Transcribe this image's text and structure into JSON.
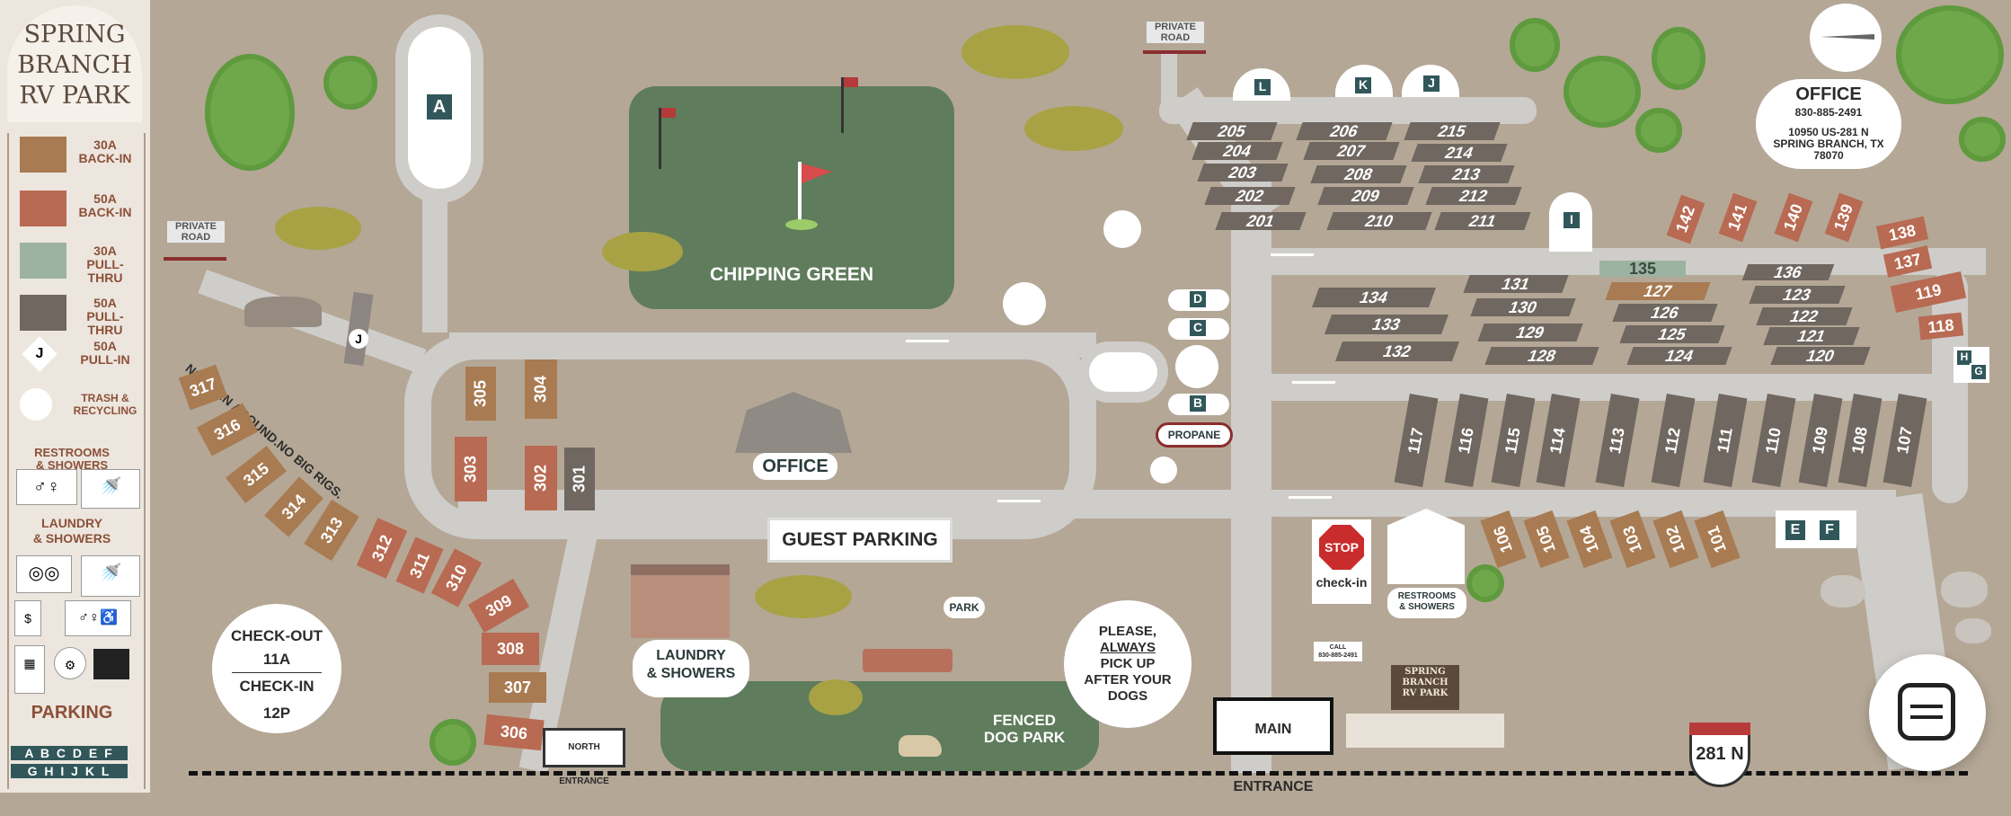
{
  "park_title": [
    "SPRING",
    "BRANCH",
    "RV PARK"
  ],
  "legend": {
    "items": [
      {
        "line1": "30A",
        "line2": "BACK-IN",
        "color": "#a87b52"
      },
      {
        "line1": "50A",
        "line2": "BACK-IN",
        "color": "#b86a52"
      },
      {
        "line1": "30A",
        "line2": "PULL-THRU",
        "color": "#9cb3a2"
      },
      {
        "line1": "50A",
        "line2": "PULL-THRU",
        "color": "#6f6760"
      },
      {
        "line1": "50A",
        "line2": "PULL-IN",
        "icon": "J"
      },
      {
        "line1": "TRASH &",
        "line2": "RECYCLING"
      }
    ],
    "restrooms_label_1": "RESTROOMS",
    "restrooms_label_2": "& SHOWERS",
    "laundry_label_1": "LAUNDRY",
    "laundry_label_2": "& SHOWERS",
    "parking_label": "PARKING",
    "parking_letters_row1": "A B C D E F",
    "parking_letters_row2": "G H I J K L"
  },
  "labels": {
    "private_road_left": "PRIVATE\nROAD",
    "private_road_top": "PRIVATE\nROAD",
    "no_turn_around": "NO TURN AROUND.NO BIG RIGS.",
    "chipping_green": "CHIPPING GREEN",
    "office_building": "OFFICE",
    "guest_parking": "GUEST PARKING",
    "laundry_showers": "LAUNDRY\n& SHOWERS",
    "fenced_dog_park": "FENCED\nDOG PARK",
    "park": "PARK",
    "propane": "PROPANE",
    "main_entrance": "MAIN ENTRANCE",
    "north_entrance": "NORTH ENTRANCE",
    "restrooms_showers": "RESTROOMS\n& SHOWERS",
    "stop": "STOP",
    "check_in_sign": "check-in",
    "call": "CALL\n830-885-2491",
    "sign_name": "SPRING\nBRANCH\nRV PARK",
    "highway": "281 N",
    "dog_note_1": "PLEASE,",
    "dog_note_2": "ALWAYS",
    "dog_note_3": "PICK UP",
    "dog_note_4": "AFTER YOUR",
    "dog_note_5": "DOGS",
    "checkout_1": "CHECK-OUT",
    "checkout_2": "11A",
    "checkin_1": "CHECK-IN",
    "checkin_2": "12P"
  },
  "office_info": {
    "title": "OFFICE",
    "phone": "830-885-2491",
    "address1": "10950 US-281 N",
    "address2": "SPRING BRANCH, TX",
    "zip": "78070"
  },
  "parking_markers": {
    "A": "A",
    "B": "B",
    "C": "C",
    "D": "D",
    "E": "E",
    "F": "F",
    "G": "G",
    "H": "H",
    "I": "I",
    "J": "J",
    "K": "K",
    "L": "L"
  },
  "sites": {
    "row_205": [
      "205",
      "204",
      "203",
      "202",
      "201"
    ],
    "row_206": [
      "206",
      "207",
      "208",
      "209",
      "210"
    ],
    "row_215": [
      "215",
      "214",
      "213",
      "212",
      "211"
    ],
    "row_134": [
      "134",
      "133",
      "132"
    ],
    "row_131": [
      "131",
      "130",
      "129",
      "128"
    ],
    "row_135": [
      "135",
      "127",
      "126",
      "125",
      "124"
    ],
    "row_136": [
      "136",
      "123",
      "122",
      "121",
      "120"
    ],
    "east": [
      "142",
      "141",
      "140",
      "139",
      "138",
      "137",
      "119",
      "118"
    ],
    "row_117": [
      "117",
      "116",
      "115",
      "114",
      "113",
      "112",
      "111",
      "110",
      "109",
      "108",
      "107"
    ],
    "row_106": [
      "106",
      "105",
      "104",
      "103",
      "102",
      "101"
    ],
    "inner": [
      "305",
      "304",
      "303",
      "302",
      "301"
    ],
    "arc": [
      "317",
      "316",
      "315",
      "314",
      "313",
      "312",
      "311",
      "310",
      "309",
      "308",
      "307",
      "306"
    ]
  }
}
